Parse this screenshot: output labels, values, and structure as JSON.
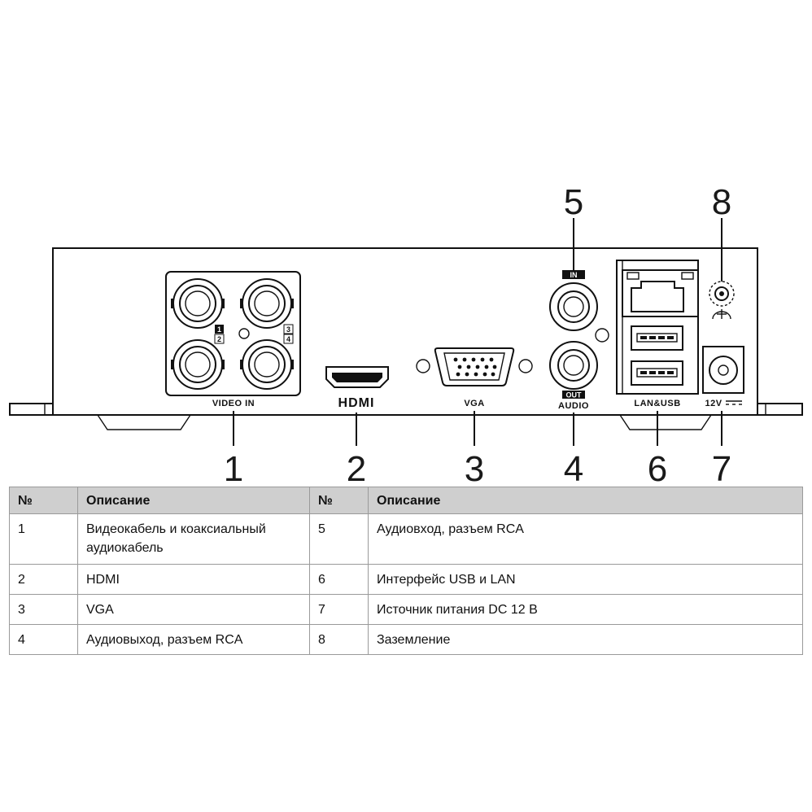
{
  "diagram": {
    "callouts": [
      "1",
      "2",
      "3",
      "4",
      "5",
      "6",
      "7",
      "8"
    ],
    "port_labels": {
      "video_in": "VIDEO IN",
      "hdmi": "HDMI",
      "vga": "VGA",
      "audio_in": "IN",
      "audio_out": "OUT",
      "audio": "AUDIO",
      "lan_usb": "LAN&USB",
      "power": "12V",
      "bnc_numbers": [
        "1",
        "2",
        "3",
        "4"
      ]
    }
  },
  "table": {
    "headers": [
      "№",
      "Описание",
      "№",
      "Описание"
    ],
    "rows": [
      {
        "n1": "1",
        "d1": "Видеокабель и коаксиальный аудиокабель",
        "n2": "5",
        "d2": "Аудиовход, разъем RCA"
      },
      {
        "n1": "2",
        "d1": "HDMI",
        "n2": "6",
        "d2": "Интерфейс USB и LAN"
      },
      {
        "n1": "3",
        "d1": "VGA",
        "n2": "7",
        "d2": "Источник питания DC 12 В"
      },
      {
        "n1": "4",
        "d1": "Аудиовыход, разъем RCA",
        "n2": "8",
        "d2": "Заземление"
      }
    ]
  }
}
